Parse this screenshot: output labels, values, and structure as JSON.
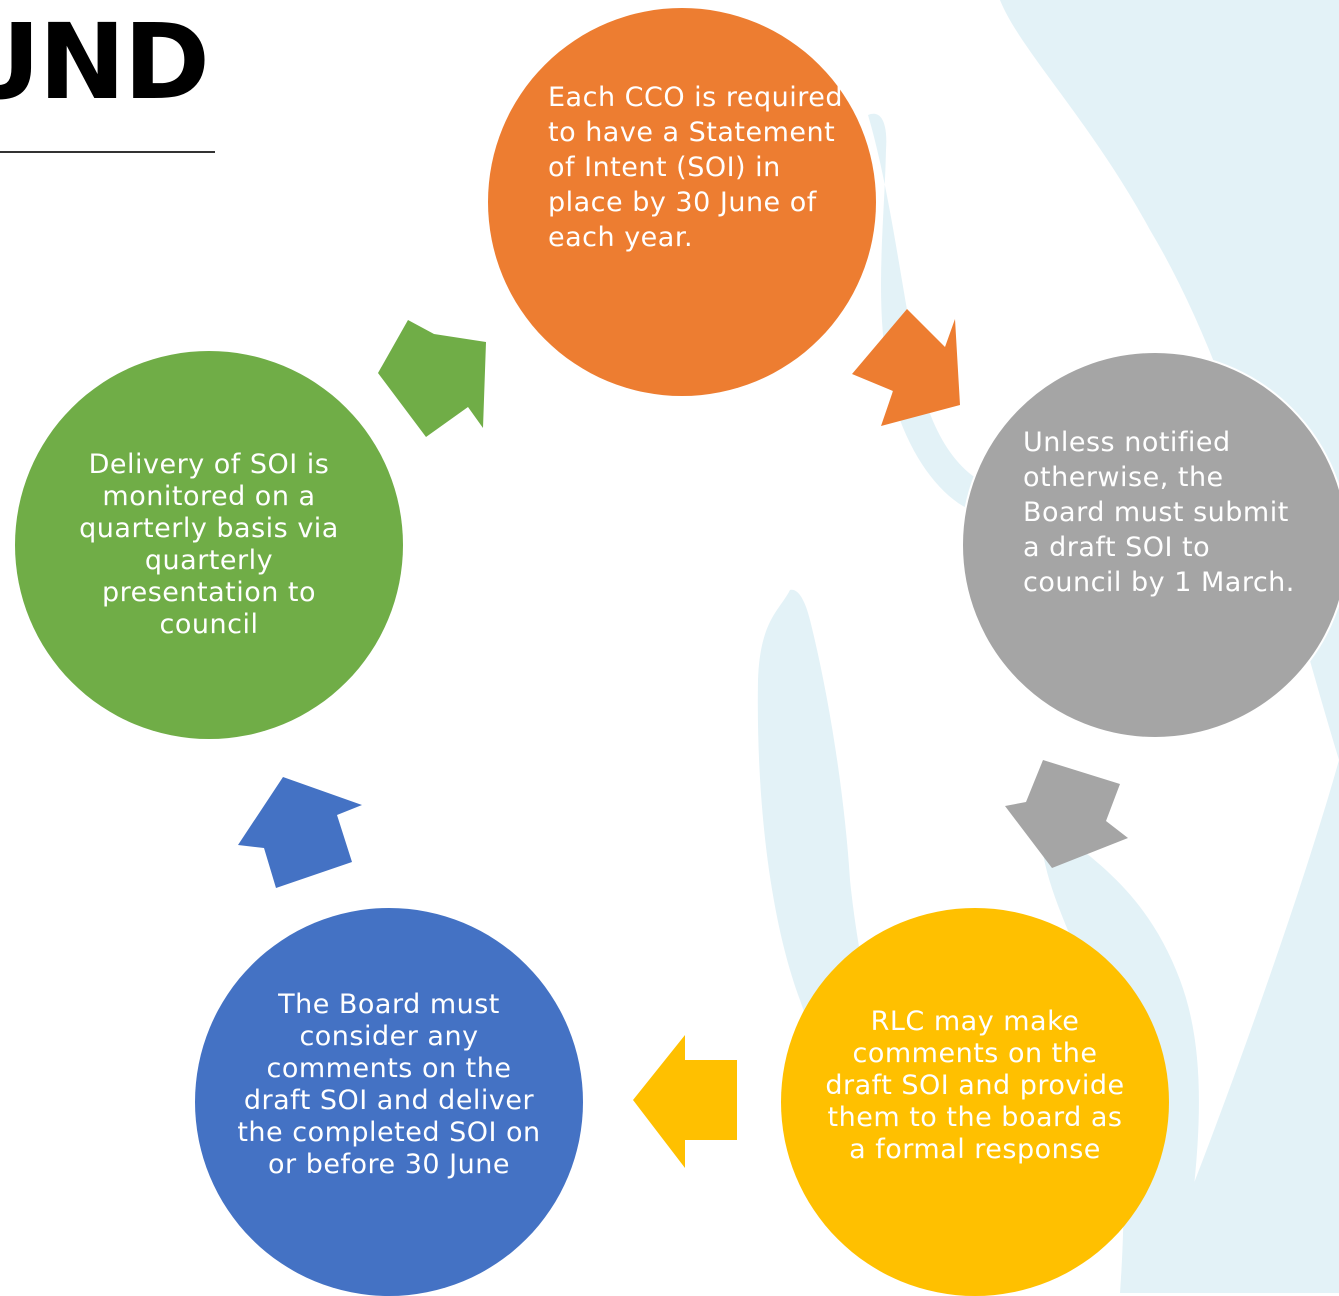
{
  "title": {
    "text": "UND"
  },
  "cycle": {
    "steps": [
      {
        "text": "Each CCO is required to have a Statement of Intent (SOI) in place by 30 June of each year.",
        "color": "#ED7D31"
      },
      {
        "text": "Unless notified otherwise, the Board must submit a draft SOI to council by 1 March.",
        "color": "#A5A5A5"
      },
      {
        "text": "RLC may make comments on the draft SOI and provide them to the board as a formal response",
        "color": "#FFC000"
      },
      {
        "text": "The Board must consider any comments on the draft SOI and deliver the completed SOI on or before 30 June",
        "color": "#4472C4"
      },
      {
        "text": "Delivery of SOI is monitored on a quarterly basis via quarterly presentation to council",
        "color": "#70AD47"
      }
    ]
  },
  "background": {
    "color": "#E3F2F7"
  }
}
